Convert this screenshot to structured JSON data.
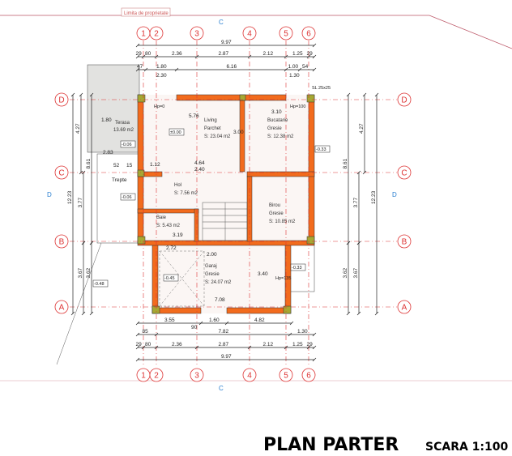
{
  "property_label": "Limita de proprietate",
  "section_marks": [
    "C",
    "D"
  ],
  "axes_vertical": [
    "1",
    "2",
    "3",
    "4",
    "5",
    "6"
  ],
  "axes_horizontal": [
    "D",
    "C",
    "B",
    "A"
  ],
  "dims_top": {
    "total": "9.97",
    "row2": [
      "29",
      "80",
      "2.36",
      "2.87",
      "2.12",
      "1.25",
      "29"
    ],
    "row3": [
      "47",
      "1.80",
      "6.16",
      "1.00",
      "54"
    ],
    "row3b": [
      "2.30",
      "1.30"
    ]
  },
  "dims_bottom": {
    "row1": [
      "3.55",
      "1.60",
      "4.82"
    ],
    "row1b": "90",
    "row2": [
      "85",
      "7.82",
      "1.30"
    ],
    "row3": [
      "29",
      "80",
      "2.36",
      "2.87",
      "2.12",
      "1.25",
      "29"
    ],
    "total": "9.97"
  },
  "dims_left": [
    "4.27",
    "8.61",
    "12.23",
    "3.77",
    "3.67",
    "3.62"
  ],
  "dims_right": [
    "4.27",
    "8.61",
    "12.23",
    "3.77",
    "3.62",
    "3.67"
  ],
  "rooms": [
    {
      "name": "Living",
      "finish": "Parchet",
      "area": "S: 23.04 m2"
    },
    {
      "name": "Bucatarie",
      "finish": "Gresie",
      "area": "S: 12.38 m2"
    },
    {
      "name": "Hol",
      "finish": "",
      "area": "S: 7.56 m2"
    },
    {
      "name": "Birou",
      "finish": "Gresie",
      "area": "S: 10.85 m2"
    },
    {
      "name": "Baie",
      "finish": "",
      "area": "S: 5.43 m2"
    },
    {
      "name": "Garaj",
      "finish": "Gresie",
      "area": "S: 24.07 m2"
    },
    {
      "name": "Terasa",
      "finish": "",
      "area": "13.69 m2"
    }
  ],
  "room_dims": [
    "5.76",
    "3.10",
    "4.64",
    "2.40",
    "1.12",
    "3.19",
    "2.72",
    "2.00",
    "7.08",
    "3.40",
    "3.00",
    "2.83",
    "1.80",
    "52",
    "15",
    "Trepte"
  ],
  "levels": [
    "±0.00",
    "-0.06",
    "-0.06",
    "-0.33",
    "-0.33",
    "-0.48",
    "-0.45",
    "Hp=0",
    "Hp=100",
    "Hp=135",
    "SL 25x25"
  ],
  "title": "PLAN PARTER",
  "scale": "SCARA 1:100",
  "colors": {
    "wall": "#f26b1d",
    "column": "#a6a832",
    "axis": "#d33333",
    "section": "#2a7fd0"
  }
}
